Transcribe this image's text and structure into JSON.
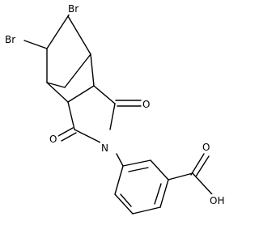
{
  "molecule": {
    "labels": {
      "br_top": "Br",
      "br_left": "Br",
      "o_right": "O",
      "o_left": "O",
      "n": "N",
      "oh": "OH"
    }
  },
  "colors": {
    "bond": "#000000",
    "background": "#ffffff"
  }
}
